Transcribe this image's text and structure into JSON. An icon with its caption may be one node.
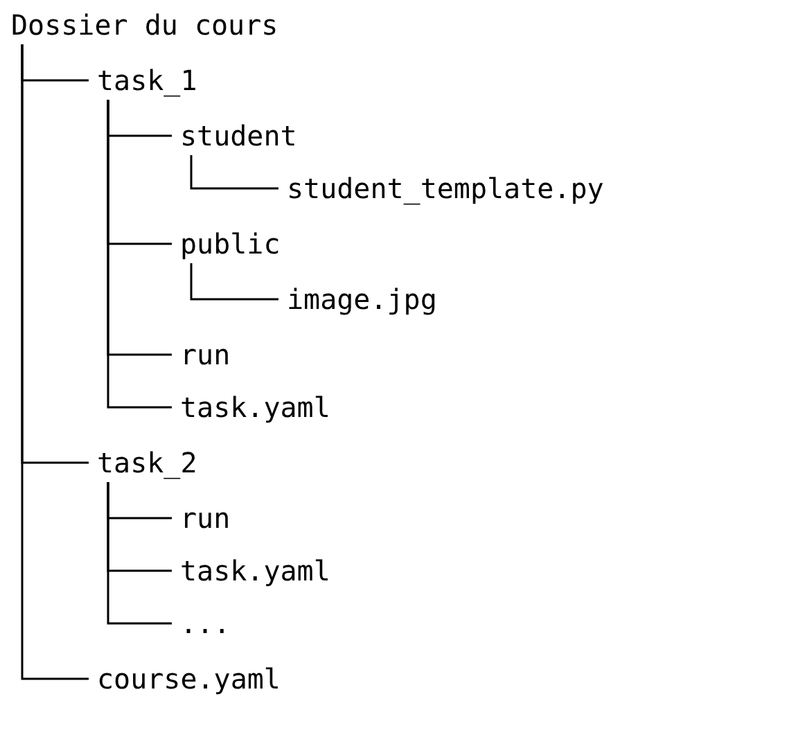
{
  "diagram": {
    "nodes": [
      {
        "text": [
          "Dossier du cours"
        ]
      },
      {
        "text": [
          "task_1"
        ]
      },
      {
        "text": [
          "student"
        ]
      },
      {
        "text": [
          "student_template.py"
        ]
      },
      {
        "text": [
          "public"
        ]
      },
      {
        "text": [
          "image.jpg"
        ]
      },
      {
        "text": [
          "run"
        ]
      },
      {
        "text": [
          "task.yaml"
        ]
      },
      {
        "text": [
          "task_2"
        ]
      },
      {
        "text": [
          "run"
        ]
      },
      {
        "text": [
          "task.yaml"
        ]
      },
      {
        "text": [
          "..."
        ]
      },
      {
        "text": [
          "course.yaml"
        ]
      }
    ],
    "edges": [
      {
        "from": 0,
        "to": 1,
        "arrow": "none"
      },
      {
        "from": 1,
        "to": 2,
        "arrow": "none"
      },
      {
        "from": 2,
        "to": 3,
        "arrow": "none"
      },
      {
        "from": 1,
        "to": 4,
        "arrow": "none"
      },
      {
        "from": 4,
        "to": 5,
        "arrow": "none"
      },
      {
        "from": 1,
        "to": 6,
        "arrow": "none"
      },
      {
        "from": 1,
        "to": 7,
        "arrow": "none"
      },
      {
        "from": 0,
        "to": 8,
        "arrow": "none"
      },
      {
        "from": 8,
        "to": 9,
        "arrow": "none"
      },
      {
        "from": 8,
        "to": 10,
        "arrow": "none"
      },
      {
        "from": 8,
        "to": 11,
        "arrow": "none"
      },
      {
        "from": 0,
        "to": 12,
        "arrow": "none"
      }
    ]
  }
}
